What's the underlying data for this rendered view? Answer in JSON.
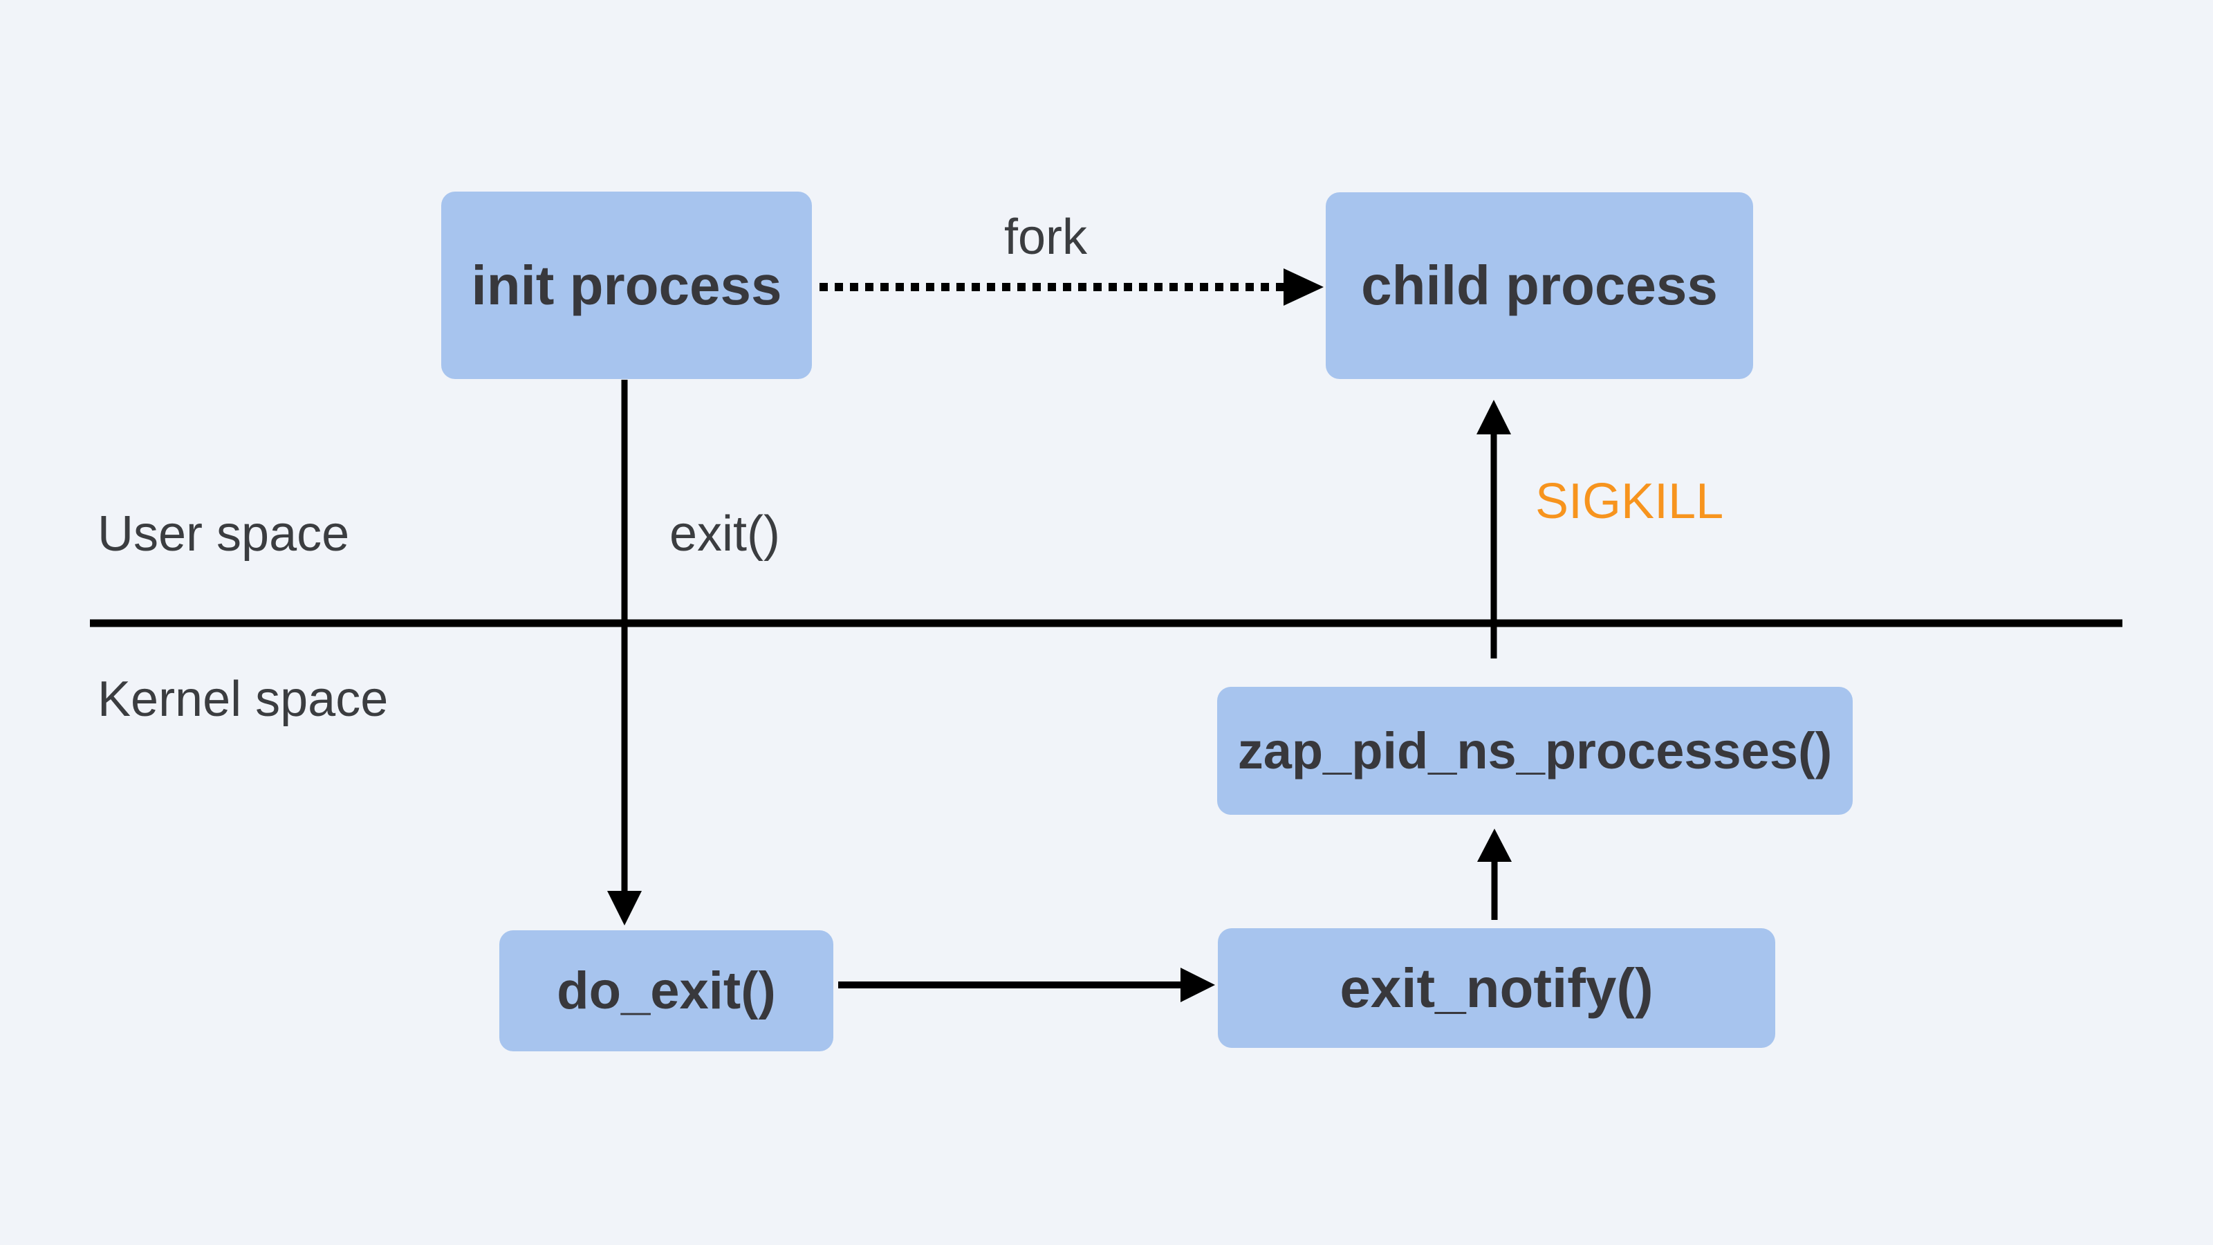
{
  "boxes": {
    "init": {
      "label": "init process"
    },
    "child": {
      "label": "child process"
    },
    "do_exit": {
      "label": "do_exit()"
    },
    "exit_notify": {
      "label": "exit_notify()"
    },
    "zap_pid_ns": {
      "label": "zap_pid_ns_processes()"
    }
  },
  "annotations": {
    "fork": "fork",
    "exit_call": "exit()",
    "sigkill": "SIGKILL",
    "user_space": "User space",
    "kernel_space": "Kernel space"
  },
  "colors": {
    "background": "#f1f4f9",
    "box_fill": "#a7c4ee",
    "box_text": "#38383c",
    "annotation_text": "#3b3d40",
    "sigkill_text": "#f7941e",
    "line_black": "#000000"
  }
}
